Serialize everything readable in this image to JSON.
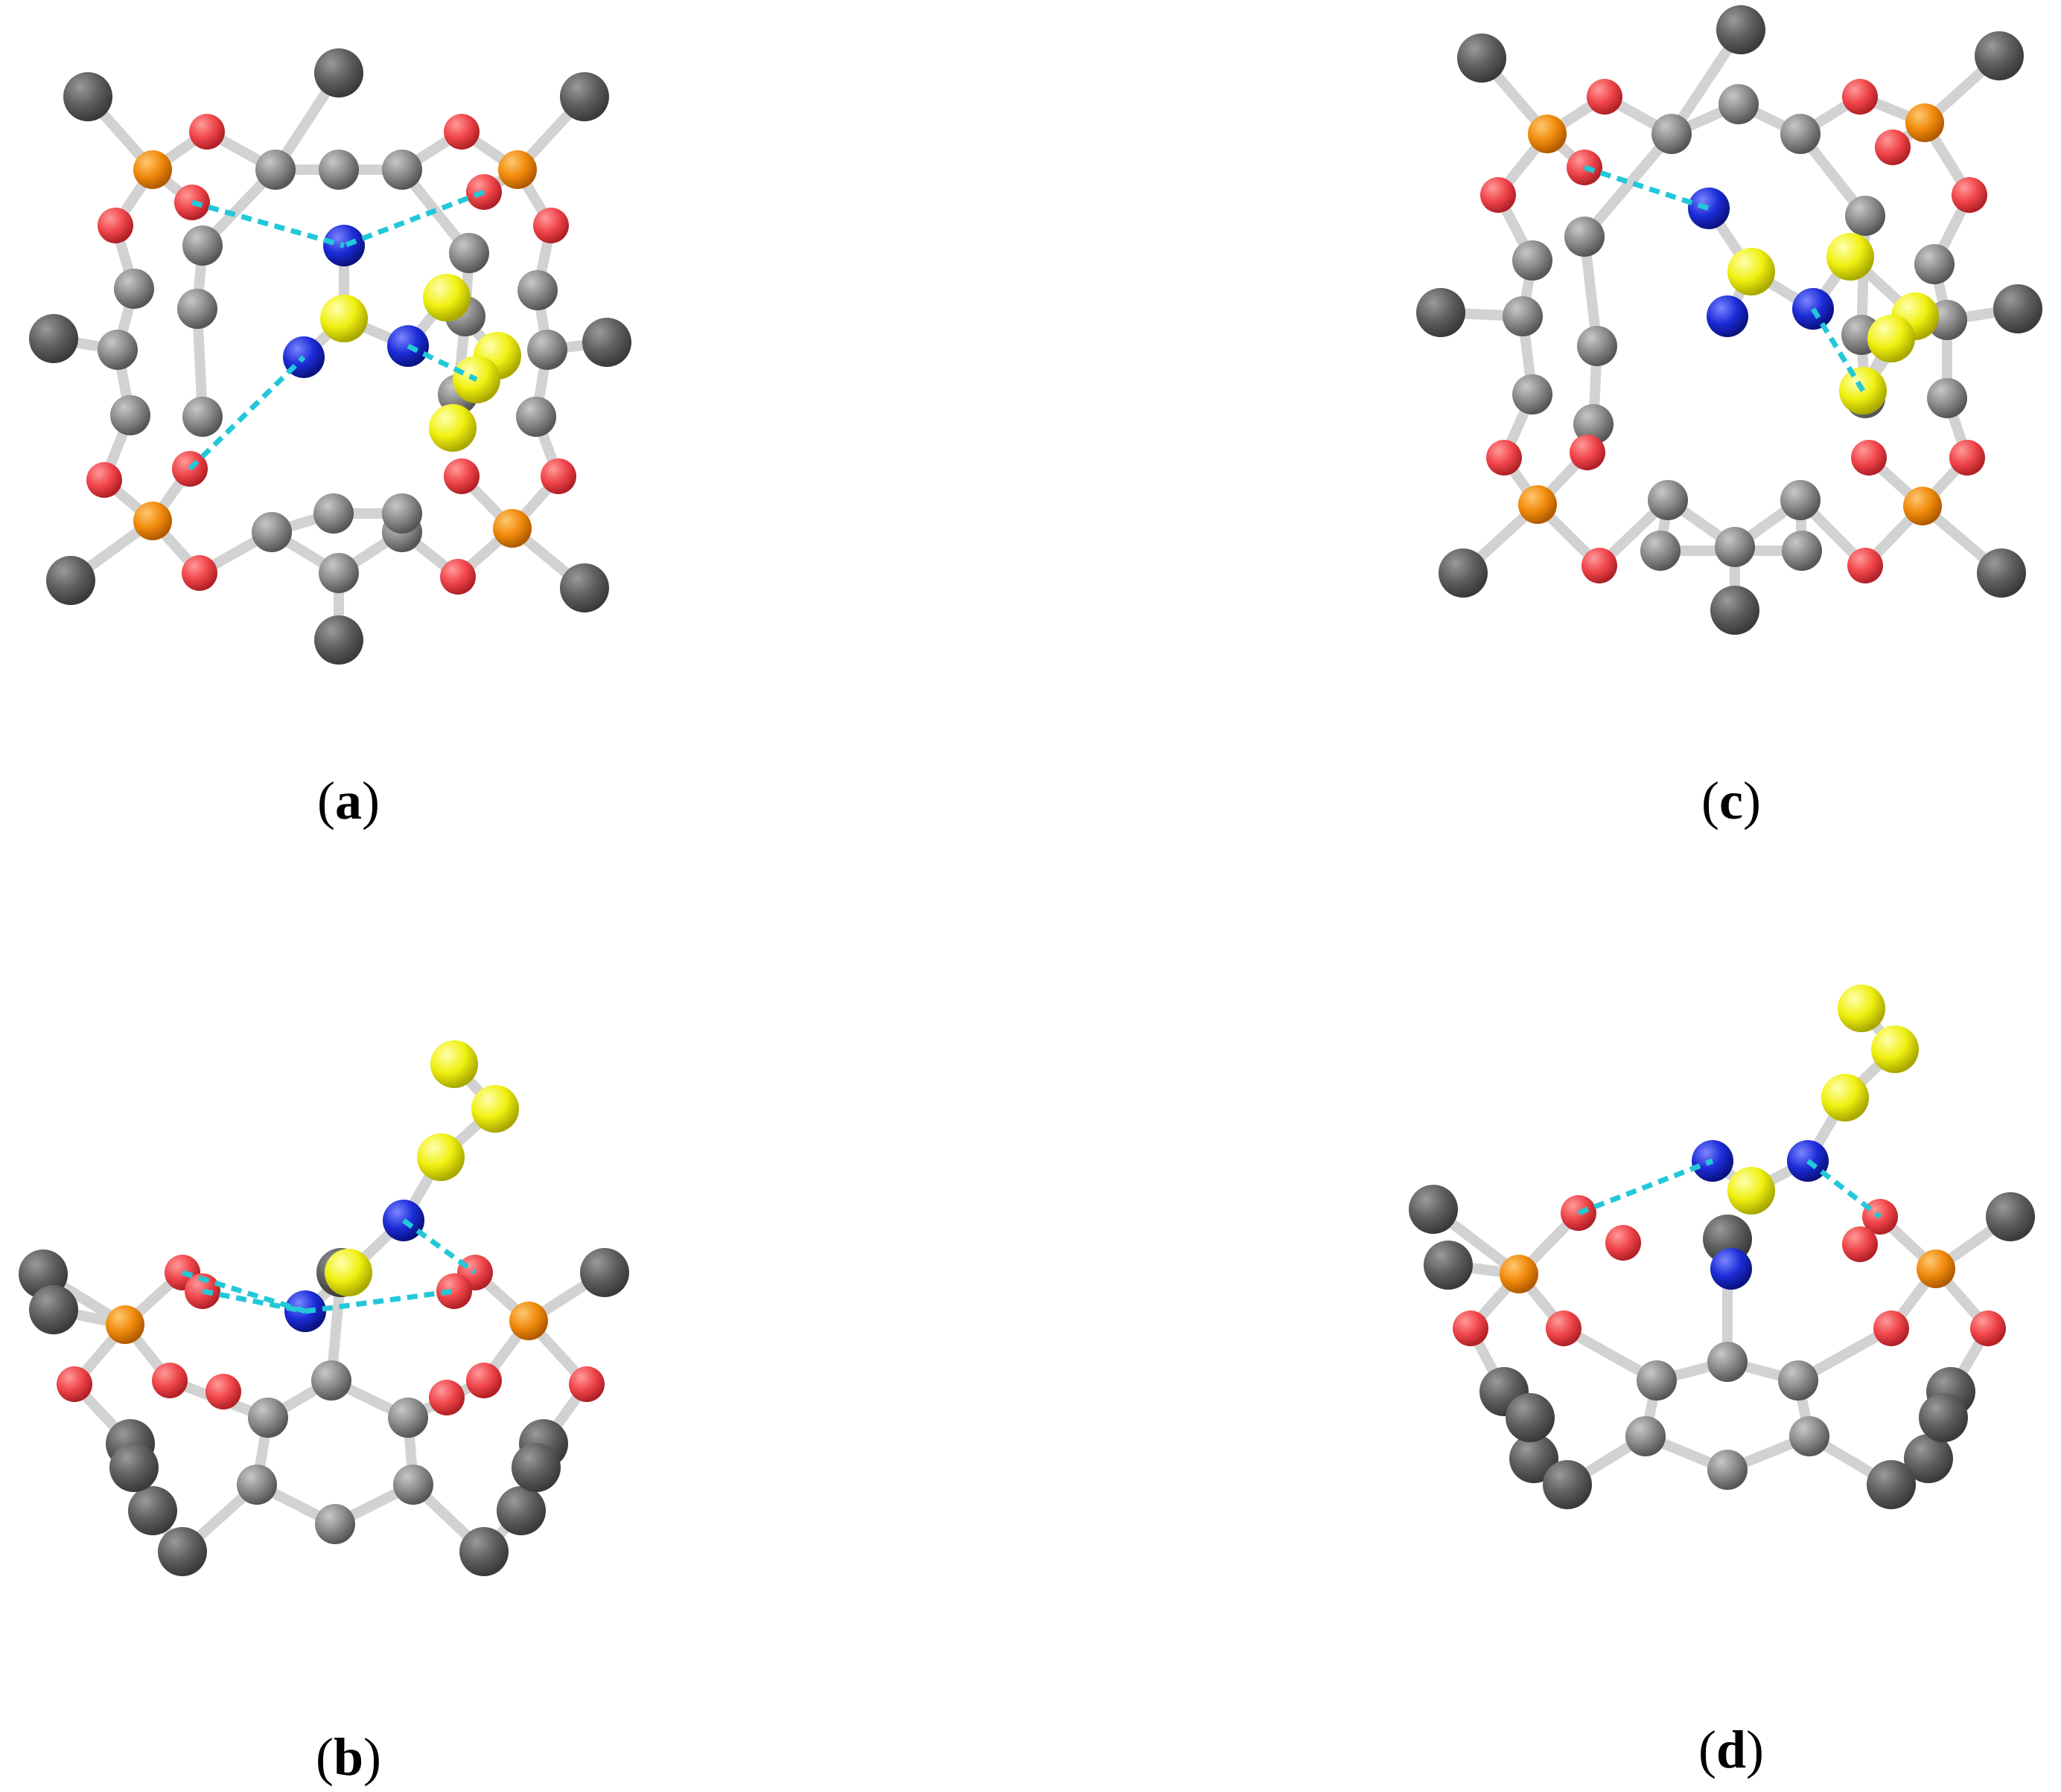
{
  "panels": [
    {
      "id": "a",
      "label_open": "(",
      "label_letter": "a",
      "label_close": ")"
    },
    {
      "id": "b",
      "label_open": "(",
      "label_letter": "b",
      "label_close": ")"
    },
    {
      "id": "c",
      "label_open": "(",
      "label_letter": "c",
      "label_close": ")"
    },
    {
      "id": "d",
      "label_open": "(",
      "label_letter": "d",
      "label_close": ")"
    }
  ],
  "colors": {
    "carbon_light": "#8c8c8c",
    "carbon_dark": "#5e5e5e",
    "oxygen": "#f0454a",
    "phosphorus": "#f08a0c",
    "nitrogen": "#1c2cd8",
    "sulfur": "#f0f010",
    "bond": "#d2d2d2",
    "hbond": "#22c8d8",
    "text": "#000000"
  }
}
